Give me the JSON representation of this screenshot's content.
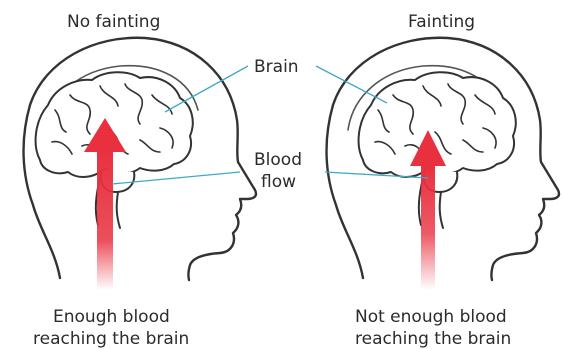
{
  "panels": {
    "left": {
      "title": "No fainting",
      "caption_line1": "Enough blood",
      "caption_line2": "reaching the brain"
    },
    "right": {
      "title": "Fainting",
      "caption_line1": "Not enough blood",
      "caption_line2": "reaching the brain"
    }
  },
  "labels": {
    "brain": "Brain",
    "blood_line1": "Blood",
    "blood_line2": "flow"
  },
  "colors": {
    "outline": "#333333",
    "arrow": "#e8303f",
    "leader": "#3fa9c8"
  }
}
